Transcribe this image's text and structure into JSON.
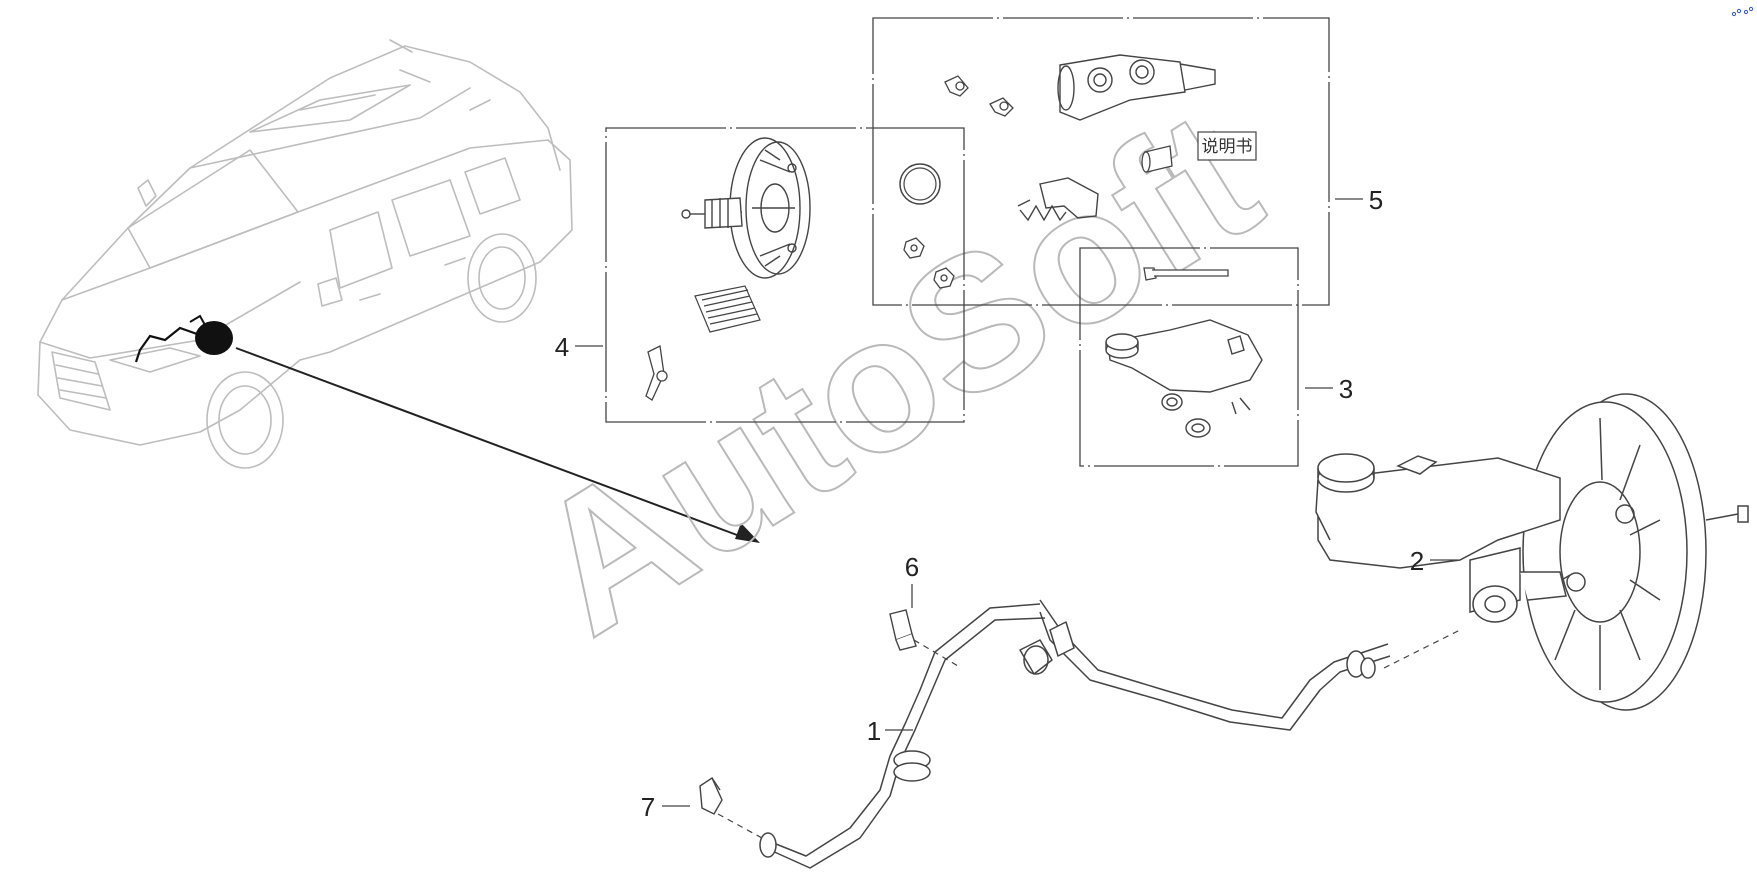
{
  "diagram": {
    "callouts": [
      {
        "id": "1",
        "label": "1"
      },
      {
        "id": "2",
        "label": "2"
      },
      {
        "id": "3",
        "label": "3"
      },
      {
        "id": "4",
        "label": "4"
      },
      {
        "id": "5",
        "label": "5"
      },
      {
        "id": "6",
        "label": "6"
      },
      {
        "id": "7",
        "label": "7"
      }
    ],
    "booklet_label": "说明书",
    "watermark": "AutoSoft"
  },
  "colors": {
    "line": "#444444",
    "car": "#bdbdbd",
    "watermark": "#b9b9b9",
    "highlight": "#111111"
  }
}
